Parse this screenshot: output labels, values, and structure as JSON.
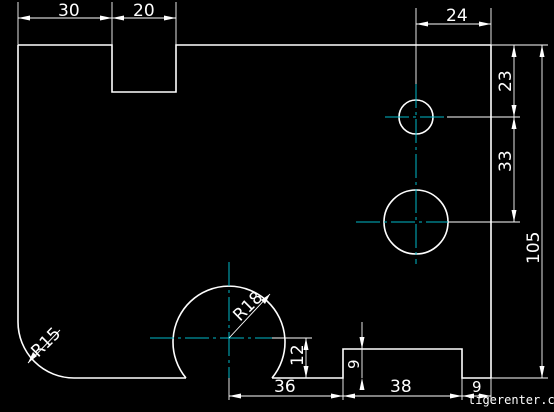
{
  "colors": {
    "background": "#000000",
    "geometry": "#ffffff",
    "center_lines": "#00b8c8",
    "dimensions": "#ffffff"
  },
  "dimensions": {
    "top_left_30": "30",
    "top_notch_20": "20",
    "top_right_24": "24",
    "right_23": "23",
    "right_33": "33",
    "right_105": "105",
    "radius_corner": "R15",
    "radius_arc": "R18",
    "height_12": "12",
    "height_9_block": "9",
    "bottom_36": "36",
    "bottom_38": "38",
    "bottom_9": "9"
  },
  "watermark": "tigerenter.c"
}
